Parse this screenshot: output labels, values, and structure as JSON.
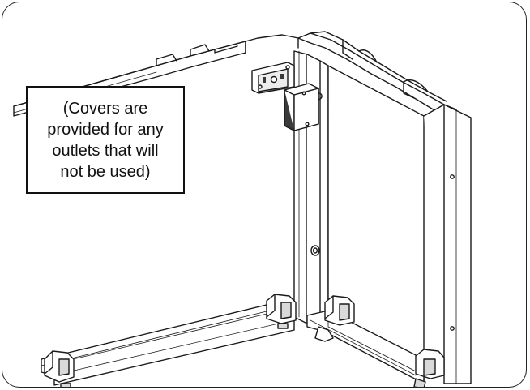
{
  "callout": {
    "lines": [
      "(Covers are",
      "provided for any",
      "outlets that will",
      "not be used)"
    ]
  },
  "colors": {
    "line": "#1a1a1a",
    "frame_border": "#222222",
    "fill": "#ffffff",
    "shade": "#d9d9d9",
    "dark": "#3a3a3a"
  },
  "icons": [
    "outlet-cover-icon",
    "outlet-box-icon",
    "fastener-knob-icon",
    "foot-bracket-icon"
  ]
}
